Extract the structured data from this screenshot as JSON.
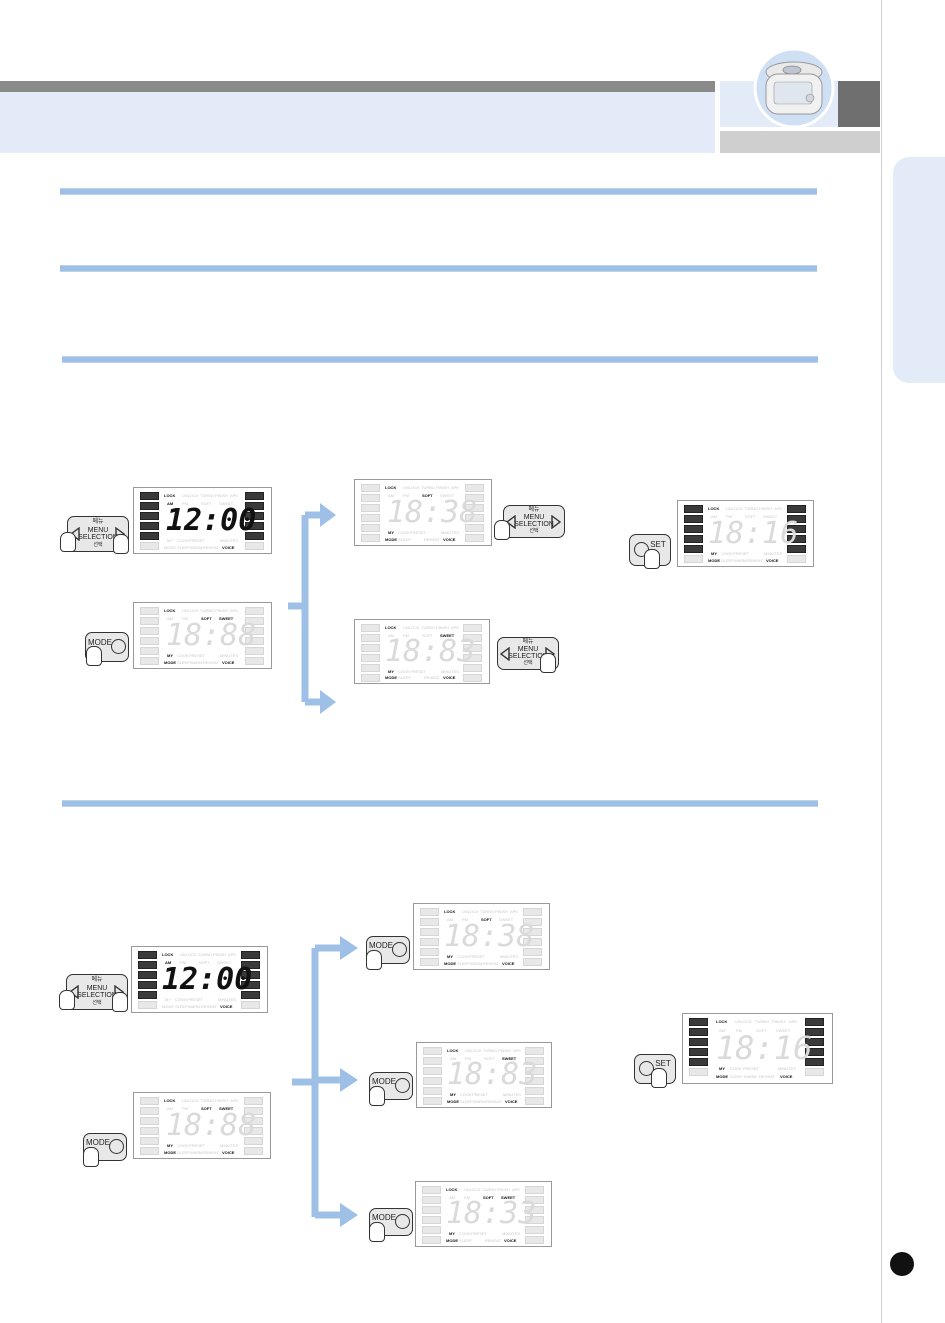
{
  "lcd": {
    "lock": "LOCK",
    "unlock": "UNLOCK",
    "turbo": "TURBO",
    "finish": "FINISH",
    "apk": "APK",
    "am": "AM",
    "pm": "PM",
    "soft": "SOFT",
    "sweet": "SWEET",
    "my": "MY",
    "cook": "COOK",
    "preset": "PRESET",
    "minutes": "MINUTES",
    "mode": "MODE",
    "sleep": "SLEEP",
    "warm": "WARM",
    "reheat": "REHEAT",
    "voice": "VOICE"
  },
  "buttons": {
    "menu_korean": "메뉴",
    "menu": "MENU",
    "selection": "SELECTION",
    "select_korean": "선택",
    "mode": "MODE",
    "set": "SET"
  },
  "displays": {
    "clock_default": "12:00",
    "blank": "18:88",
    "ten_min": "18:38",
    "one_min": "18:83",
    "result_16": "18:16",
    "ten_and_one": "18:33"
  }
}
